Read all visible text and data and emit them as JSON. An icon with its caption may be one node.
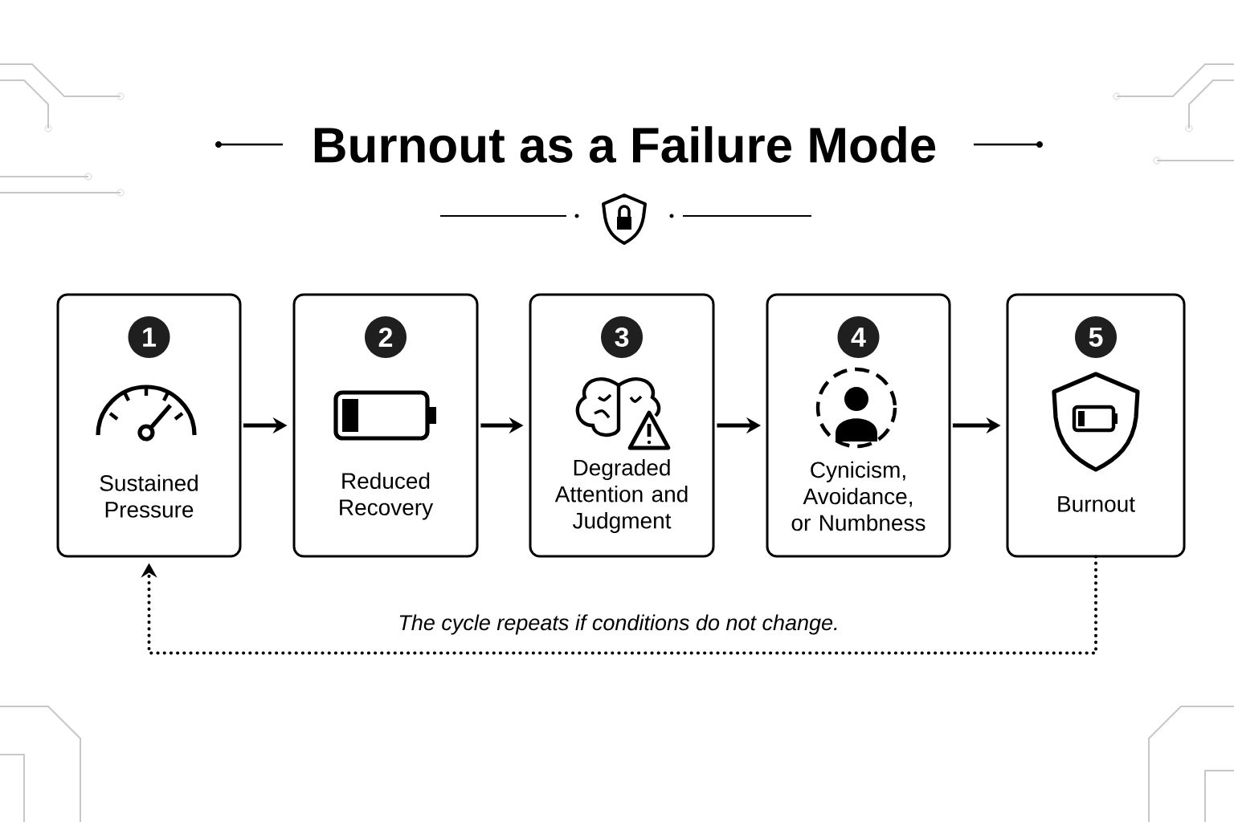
{
  "diagram": {
    "title": "Burnout as a Failure Mode",
    "nodes": [
      {
        "text": [
          "1",
          "Sustained Pressure"
        ]
      },
      {
        "text": [
          "2",
          "Reduced Recovery"
        ]
      },
      {
        "text": [
          "3",
          "Degraded Attention and Judgment"
        ]
      },
      {
        "text": [
          "4",
          "Cynicism, Avoidance, or Numbness"
        ]
      },
      {
        "text": [
          "5",
          "Burnout"
        ]
      }
    ],
    "edges": [
      {
        "from": 0,
        "to": 1,
        "arrow": "to"
      },
      {
        "from": 1,
        "to": 2,
        "arrow": "to"
      },
      {
        "from": 2,
        "to": 3,
        "arrow": "to"
      },
      {
        "from": 3,
        "to": 4,
        "arrow": "to"
      },
      {
        "from": 4,
        "to": 0,
        "arrow": "to",
        "style": "dashed",
        "label": "The cycle repeats if conditions do not change."
      }
    ]
  }
}
